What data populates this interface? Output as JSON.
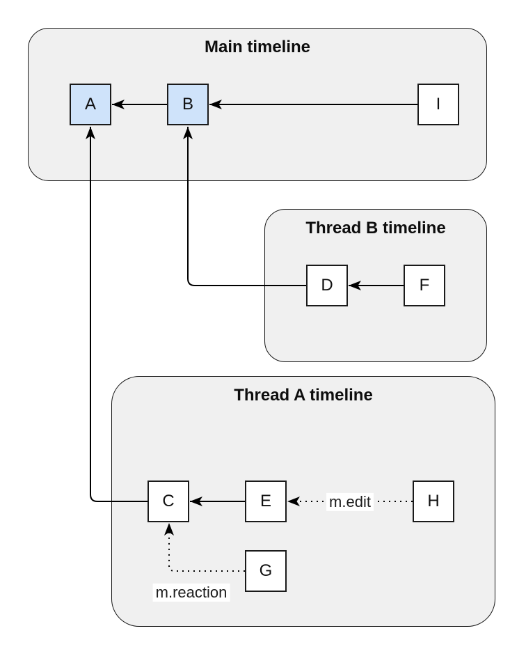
{
  "diagram": {
    "containers": {
      "main": {
        "title": "Main timeline"
      },
      "thread_b": {
        "title": "Thread B timeline"
      },
      "thread_a": {
        "title": "Thread A timeline"
      }
    },
    "nodes": {
      "a": {
        "label": "A",
        "container": "Main timeline",
        "highlighted": true
      },
      "b": {
        "label": "B",
        "container": "Main timeline",
        "highlighted": true
      },
      "i": {
        "label": "I",
        "container": "Main timeline",
        "highlighted": false
      },
      "d": {
        "label": "D",
        "container": "Thread B timeline",
        "highlighted": false
      },
      "f": {
        "label": "F",
        "container": "Thread B timeline",
        "highlighted": false
      },
      "c": {
        "label": "C",
        "container": "Thread A timeline",
        "highlighted": false
      },
      "e": {
        "label": "E",
        "container": "Thread A timeline",
        "highlighted": false
      },
      "h": {
        "label": "H",
        "container": "Thread A timeline",
        "highlighted": false
      },
      "g": {
        "label": "G",
        "container": "Thread A timeline",
        "highlighted": false
      }
    },
    "edges": [
      {
        "from": "B",
        "to": "A",
        "style": "solid",
        "label": ""
      },
      {
        "from": "I",
        "to": "B",
        "style": "solid",
        "label": ""
      },
      {
        "from": "F",
        "to": "D",
        "style": "solid",
        "label": ""
      },
      {
        "from": "D",
        "to": "B",
        "style": "solid",
        "label": ""
      },
      {
        "from": "E",
        "to": "C",
        "style": "solid",
        "label": ""
      },
      {
        "from": "C",
        "to": "A",
        "style": "solid",
        "label": ""
      },
      {
        "from": "H",
        "to": "E",
        "style": "dotted",
        "label": "m.edit"
      },
      {
        "from": "G",
        "to": "C",
        "style": "dotted",
        "label": "m.reaction"
      }
    ],
    "edge_labels": {
      "edit": "m.edit",
      "reaction": "m.reaction"
    },
    "colors": {
      "container_fill": "#f0f0f0",
      "node_fill": "#ffffff",
      "node_highlight_fill": "#cfe3fa",
      "stroke": "#000000",
      "label_background": "#ffffff"
    }
  }
}
